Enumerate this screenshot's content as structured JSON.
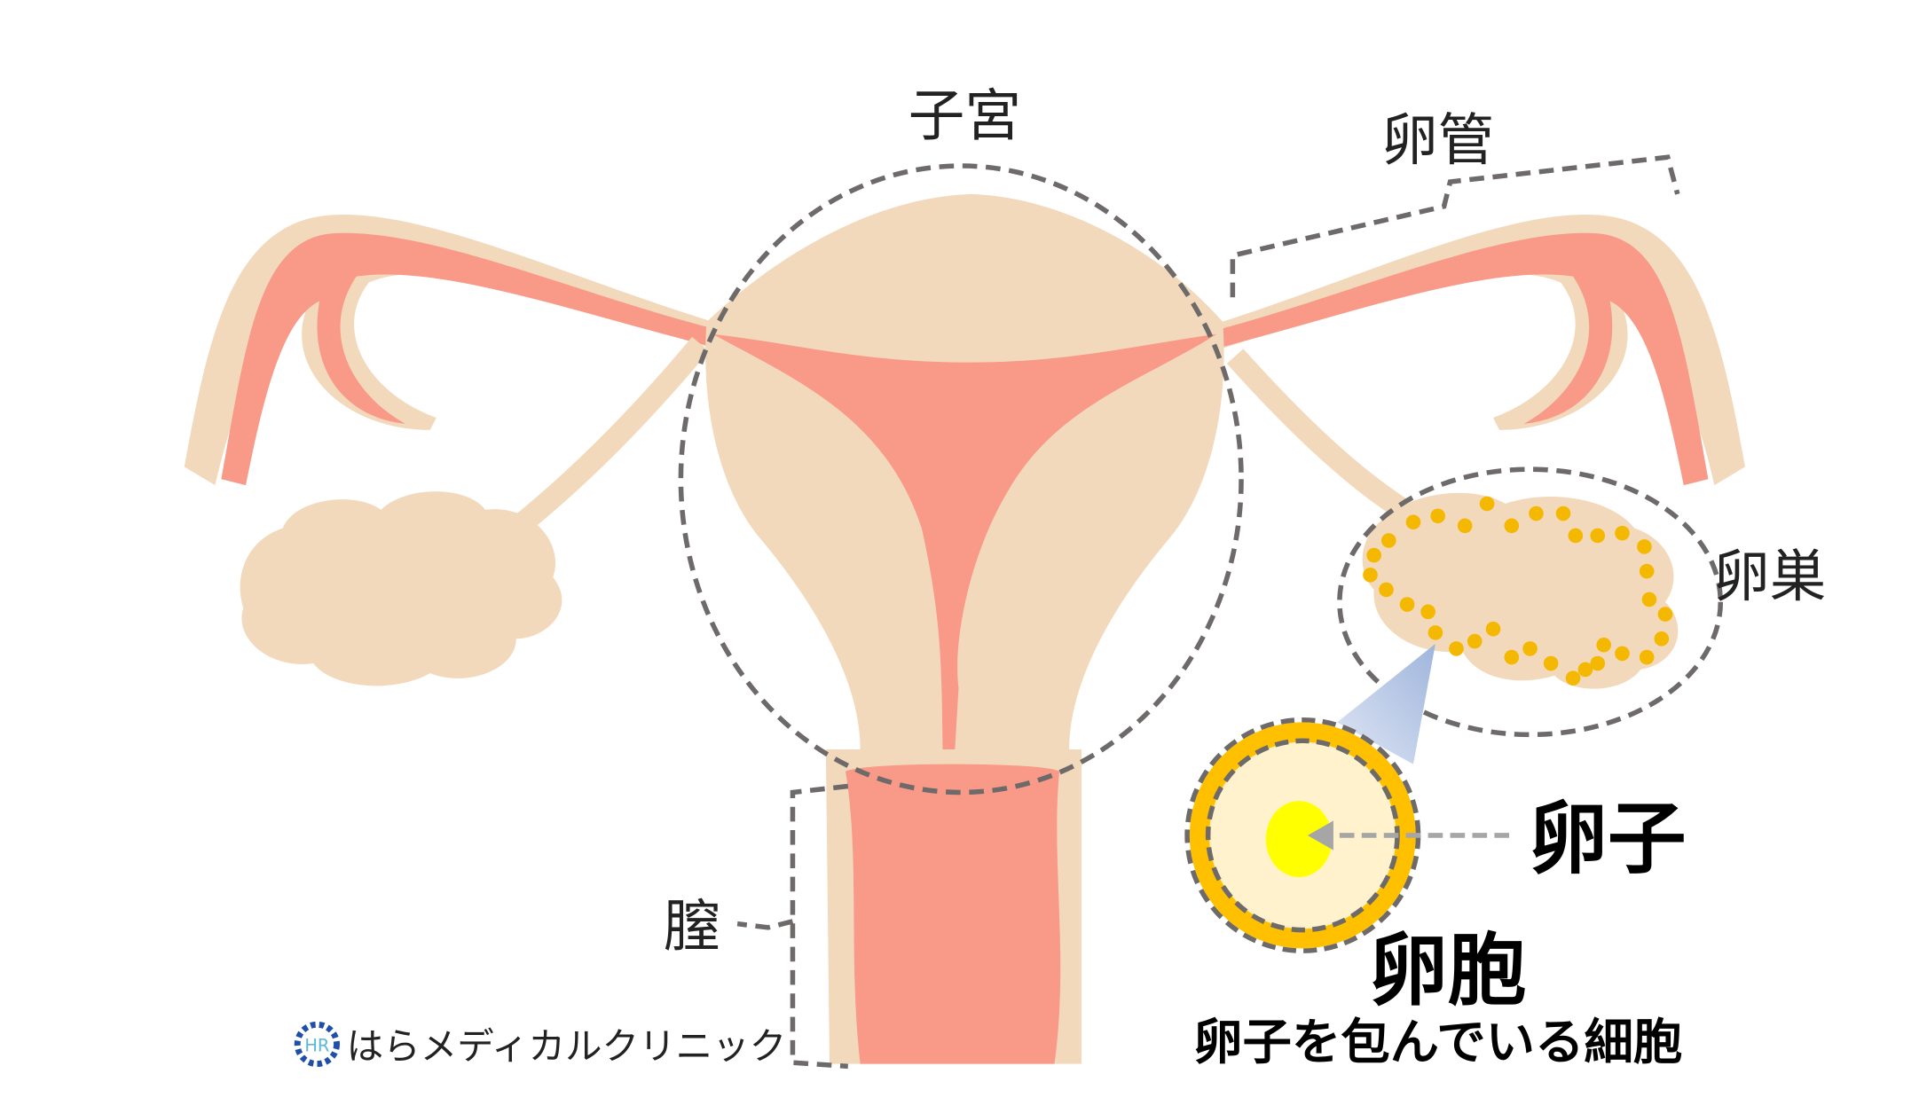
{
  "labels": {
    "uterus": "子宮",
    "fallopian_tube": "卵管",
    "ovary": "卵巣",
    "vagina": "膣",
    "oocyte": "卵子",
    "follicle": "卵胞",
    "follicle_description": "卵子を包んでいる細胞"
  },
  "logo": {
    "text": "はらメディカルクリニック",
    "monogram": "HR"
  },
  "colors": {
    "tissue": "#F3D9BC",
    "mucosa": "#F99A88",
    "follicle_ring": "#FFC000",
    "follicle_inner": "#FFF2CC",
    "oocyte": "#FFFF00",
    "dash": "#6E6A6A",
    "logo_blue": "#1F4FA8"
  }
}
